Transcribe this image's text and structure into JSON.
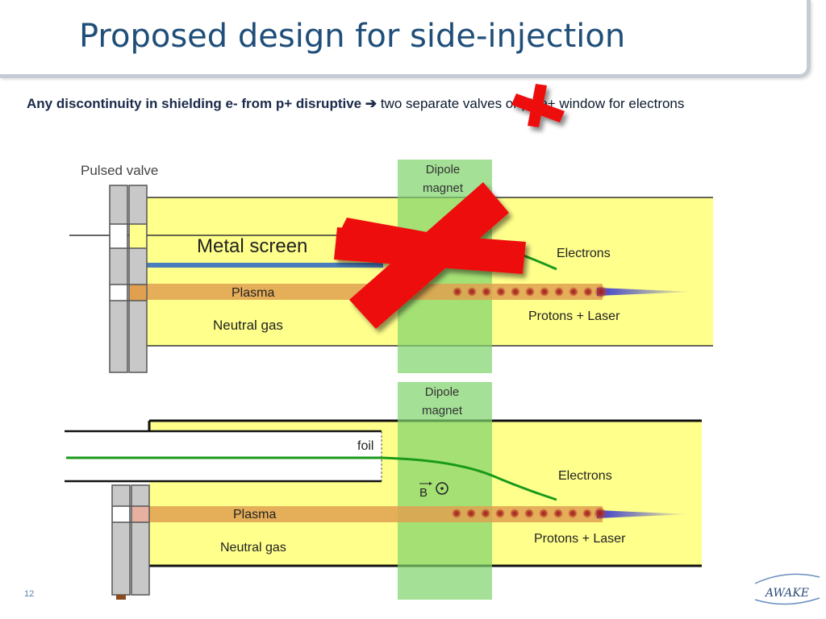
{
  "slide": {
    "title": "Proposed design for side-injection",
    "bullet_bold": "Any discontinuity in shielding e- from p+ disruptive",
    "bullet_arrow": "➔",
    "bullet_rest": " two separate valves or pipe+ window for electrons",
    "page_number": "12",
    "logo_text": "AWAKE"
  },
  "diagram_top": {
    "pulsed_valve": "Pulsed valve",
    "dipole_line1": "Dipole",
    "dipole_line2": "magnet",
    "metal_screen": "Metal screen",
    "electrons": "Electrons",
    "plasma": "Plasma",
    "neutral_gas": "Neutral gas",
    "protons_laser": "Protons + Laser"
  },
  "diagram_bottom": {
    "dipole_line1": "Dipole",
    "dipole_line2": "magnet",
    "foil": "foil",
    "electrons": "Electrons",
    "b_field": "B",
    "plasma": "Plasma",
    "neutral_gas": "Neutral gas",
    "protons_laser": "Protons + Laser"
  },
  "colors": {
    "title": "#1f4e79",
    "gas_yellow": "#ffff8c",
    "plasma_orange": "#e0a050",
    "dipole_green": "#7ed36a",
    "cross_red": "#ee1111",
    "electron_beam": "#1a9a1a",
    "screen_blue": "#4a7dbd"
  }
}
